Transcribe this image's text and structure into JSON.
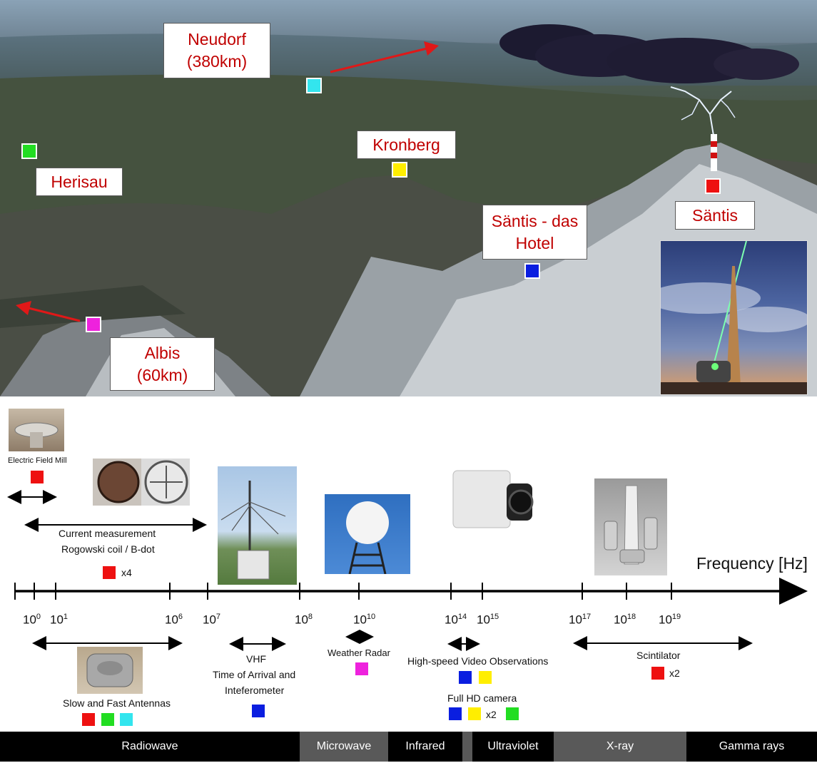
{
  "colors": {
    "red": "#ee1111",
    "green": "#22dd22",
    "cyan": "#33e5ee",
    "yellow": "#ffee00",
    "blue": "#0a1ee0",
    "magenta": "#ee22dd",
    "label_text": "#c00000"
  },
  "map": {
    "stations": [
      {
        "name": "Neudorf",
        "sub": "(380km)",
        "color": "cyan"
      },
      {
        "name": "Kronberg",
        "sub": "",
        "color": "yellow"
      },
      {
        "name": "Herisau",
        "sub": "",
        "color": "green"
      },
      {
        "name": "Säntis - das",
        "sub": "Hotel",
        "color": "blue"
      },
      {
        "name": "Säntis",
        "sub": "",
        "color": "red"
      },
      {
        "name": "Albis",
        "sub": "(60km)",
        "color": "magenta"
      }
    ]
  },
  "instruments": {
    "efm": "Electric Field Mill",
    "current_1": "Current measurement",
    "current_2": "Rogowski coil / B-dot",
    "current_count": "x4",
    "antennas": "Slow and Fast Antennas",
    "vhf_1": "VHF",
    "vhf_2": "Time of Arrival and",
    "vhf_3": "Inteferometer",
    "radar": "Weather Radar",
    "highspeed": "High-speed  Video Observations",
    "fullhd": "Full  HD camera",
    "fullhd_count": "x2",
    "scint": "Scintilator",
    "scint_count": "x2"
  },
  "axis": {
    "title": "Frequency [Hz]",
    "ticks": [
      {
        "base": "10",
        "exp": "0"
      },
      {
        "base": "10",
        "exp": "1"
      },
      {
        "base": "10",
        "exp": "6"
      },
      {
        "base": "10",
        "exp": "7"
      },
      {
        "base": "10",
        "exp": "8"
      },
      {
        "base": "10",
        "exp": "10"
      },
      {
        "base": "10",
        "exp": "14"
      },
      {
        "base": "10",
        "exp": "15"
      },
      {
        "base": "10",
        "exp": "17"
      },
      {
        "base": "10",
        "exp": "18"
      },
      {
        "base": "10",
        "exp": "19"
      }
    ]
  },
  "bands": [
    "Radiowave",
    "Microwave",
    "Infrared",
    "Ultraviolet",
    "X-ray",
    "Gamma rays"
  ]
}
